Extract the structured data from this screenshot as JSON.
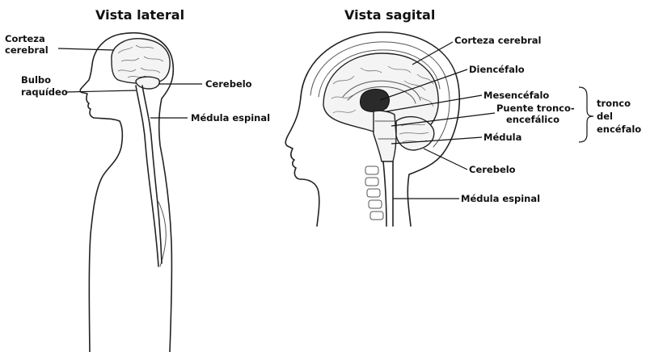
{
  "lateral": {
    "title": "Vista lateral",
    "labels": {
      "corteza_l1": "Corteza",
      "corteza_l2": "cerebral",
      "bulbo_l1": "Bulbo",
      "bulbo_l2": "raquídeo",
      "cerebelo": "Cerebelo",
      "medula_espinal": "Médula espinal"
    }
  },
  "sagital": {
    "title": "Vista sagital",
    "labels": {
      "corteza": "Corteza cerebral",
      "diencefalo": "Diencéfalo",
      "mesencefalo": "Mesencéfalo",
      "puente_l1": "Puente tronco-",
      "puente_l2": "encefálico",
      "medula": "Médula",
      "cerebelo": "Cerebelo",
      "medula_espinal": "Médula espinal",
      "tronco_l1": "tronco",
      "tronco_l2": "del",
      "tronco_l3": "encéfalo"
    }
  }
}
